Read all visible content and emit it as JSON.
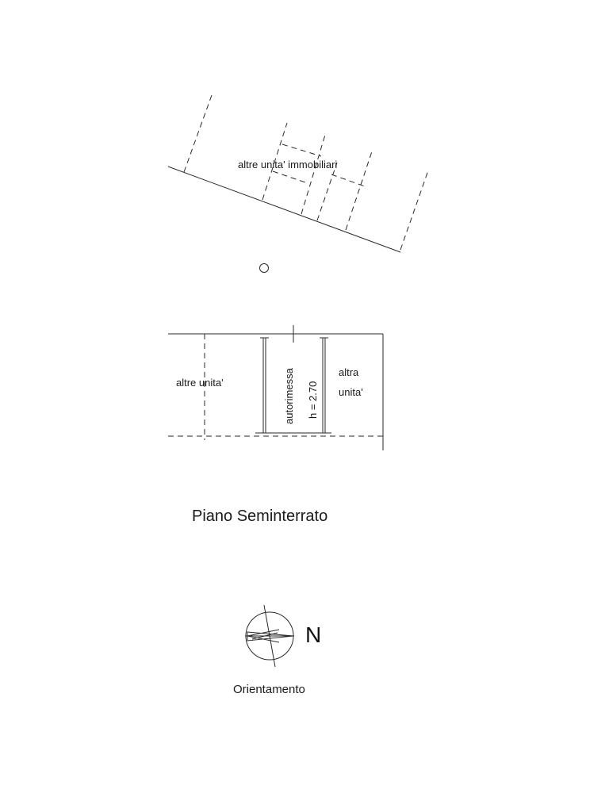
{
  "upper_block": {
    "label": "altre unita' immobiliari"
  },
  "plan": {
    "left_unit": "altre unita'",
    "garage_name": "autorimessa",
    "garage_height": "h = 2.70",
    "right_unit_line1": "altra",
    "right_unit_line2": "unita'"
  },
  "floor_title": "Piano Seminterrato",
  "compass": {
    "north_letter": "N",
    "caption": "Orientamento"
  }
}
